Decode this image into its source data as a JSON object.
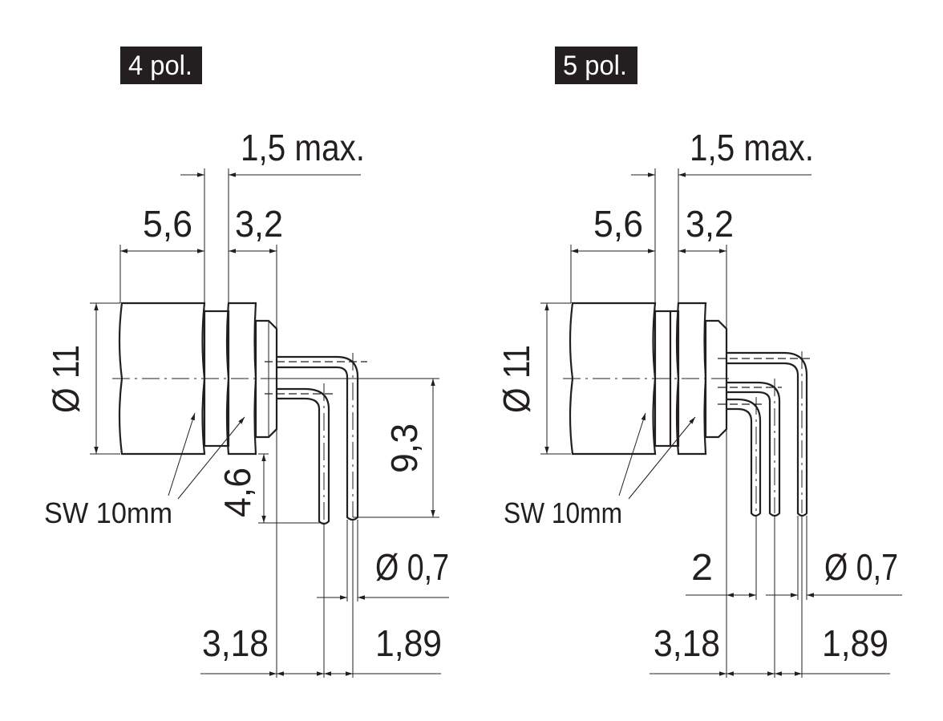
{
  "views": [
    {
      "label": "4 pol.",
      "dims": {
        "max": "1,5 max.",
        "a": "5,6",
        "b": "3,2",
        "dia": "Ø 11",
        "height": "9,3",
        "offset": "4,6",
        "pin_dia": "Ø 0,7",
        "pitch1": "3,18",
        "pitch2": "1,89"
      },
      "wrench": "SW 10mm"
    },
    {
      "label": "5 pol.",
      "dims": {
        "max": "1,5 max.",
        "a": "5,6",
        "b": "3,2",
        "dia": "Ø 11",
        "pitch0": "2",
        "pin_dia": "Ø 0,7",
        "pitch1": "3,18",
        "pitch2": "1,89"
      },
      "wrench": "SW 10mm"
    }
  ]
}
